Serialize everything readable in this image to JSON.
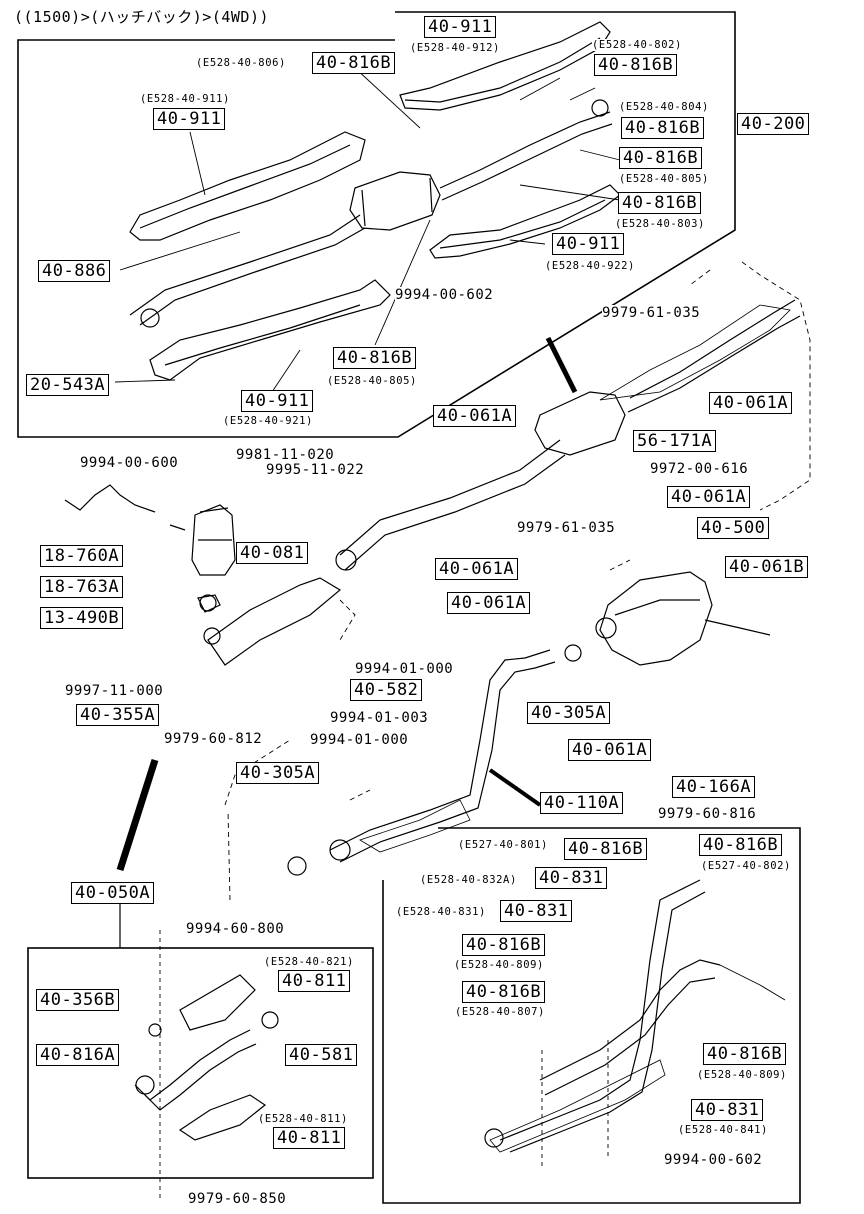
{
  "header": {
    "title": "((1500)>(ハッチバック)>(4WD))"
  },
  "labels": {
    "l40911_top": "40-911",
    "l40816B_a": "40-816B",
    "l40816B_b": "40-816B",
    "l40911_left": "40-911",
    "l40816B_c": "40-816B",
    "l40200": "40-200",
    "l40816B_d": "40-816B",
    "l40816B_e": "40-816B",
    "l40911_mid": "40-911",
    "l40886": "40-886",
    "l20543A": "20-543A",
    "l40816B_f": "40-816B",
    "l40911_bot": "40-911",
    "l40061A_a": "40-061A",
    "l40061A_b": "40-061A",
    "l56171A": "56-171A",
    "l40061A_c": "40-061A",
    "l40500": "40-500",
    "l40061B": "40-061B",
    "l18760A": "18-760A",
    "l18763A": "18-763A",
    "l13490B": "13-490B",
    "l40081": "40-081",
    "l40061A_d": "40-061A",
    "l40061A_e": "40-061A",
    "l40582": "40-582",
    "l40355A": "40-355A",
    "l40305A_a": "40-305A",
    "l40061A_f": "40-061A",
    "l40166A": "40-166A",
    "l40305A_b": "40-305A",
    "l40110A": "40-110A",
    "l40050A": "40-050A",
    "l40816B_g": "40-816B",
    "l40816B_h": "40-816B",
    "l40831_a": "40-831",
    "l40831_b": "40-831",
    "l40816B_i": "40-816B",
    "l40816B_j": "40-816B",
    "l40816B_k": "40-816B",
    "l40831_c": "40-831",
    "l40356B": "40-356B",
    "l40811_a": "40-811",
    "l40816A": "40-816A",
    "l40581": "40-581",
    "l40811_b": "40-811"
  },
  "part_numbers": {
    "p9994_00_602_a": "9994-00-602",
    "p9979_61_035_a": "9979-61-035",
    "p9994_00_600": "9994-00-600",
    "p9981_11_020": "9981-11-020",
    "p9995_11_022": "9995-11-022",
    "p9972_00_616": "9972-00-616",
    "p9979_61_035_b": "9979-61-035",
    "p9994_01_000_a": "9994-01-000",
    "p9994_01_003": "9994-01-003",
    "p9997_11_000": "9997-11-000",
    "p9979_60_812": "9979-60-812",
    "p9994_01_000_b": "9994-01-000",
    "p9979_60_816": "9979-60-816",
    "p9994_60_800": "9994-60-800",
    "p9979_60_850": "9979-60-850",
    "p9994_00_602_b": "9994-00-602"
  },
  "sub_refs": {
    "s_e528_40_912": "(E528-40-912)",
    "s_e528_40_802": "(E528-40-802)",
    "s_e528_40_806": "(E528-40-806)",
    "s_e528_40_911": "(E528-40-911)",
    "s_e528_40_804": "(E528-40-804)",
    "s_e528_40_805_a": "(E528-40-805)",
    "s_e528_40_803": "(E528-40-803)",
    "s_e528_40_922": "(E528-40-922)",
    "s_e528_40_805_b": "(E528-40-805)",
    "s_e528_40_921": "(E528-40-921)",
    "s_e527_40_801": "(E527-40-801)",
    "s_e527_40_802": "(E527-40-802)",
    "s_e528_40_832a": "(E528-40-832A)",
    "s_e528_40_831": "(E528-40-831)",
    "s_e528_40_809_a": "(E528-40-809)",
    "s_e528_40_807": "(E528-40-807)",
    "s_e528_40_809_b": "(E528-40-809)",
    "s_e528_40_841": "(E528-40-841)",
    "s_e528_40_821": "(E528-40-821)",
    "s_e528_40_811": "(E528-40-811)"
  }
}
